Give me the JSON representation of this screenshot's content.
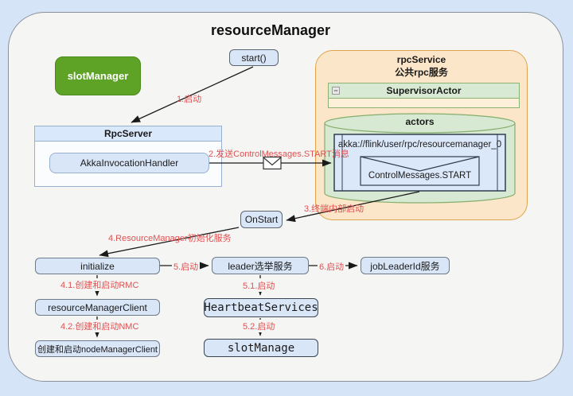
{
  "title": "resourceManager",
  "boxes": {
    "slot_manager": "slotManager",
    "start": "start()",
    "rpc_server": "RpcServer",
    "akka_invocation_handler": "AkkaInvocationHandler",
    "on_start": "OnStart",
    "initialize": "initialize",
    "leader_election": "leader选举服务",
    "job_leader_id": "jobLeaderId服务",
    "resource_manager_client": "resourceManagerClient",
    "node_manager_client": "创建和启动nodeManagerClient",
    "heartbeat_services": "HeartbeatServices",
    "slot_manage": "slotManage"
  },
  "rpc_service": {
    "title_line1": "rpcService",
    "title_line2": "公共rpc服务",
    "supervisor_actor": "SupervisorActor",
    "collapse_icon": "−",
    "actors": "actors",
    "akka_path": "akka://flink/user/rpc/resourcemanager_0",
    "control_message": "ControlMessages.START"
  },
  "labels": {
    "step1": "1.启动",
    "step2": "2.发送ControlMessages.START消息",
    "step3": "3.终端内部启动",
    "step4": "4.ResourceManager初始化服务",
    "step4_1": "4.1.创建和启动RMC",
    "step4_2": "4.2.创建和启动NMC",
    "step5": "5.启动",
    "step5_1": "5.1.启动",
    "step5_2": "5.2.启动",
    "step6": "6.启动"
  },
  "colors": {
    "page_bg": "#d6e4f7",
    "frame_bg": "#f5f5f4",
    "blue_fill": "#d9e6f8",
    "green_fill": "#5ea226",
    "orange_fill": "#fce6c9",
    "orange_border": "#dfa44a",
    "soft_green_fill": "#d9ead4",
    "soft_green_border": "#8bb273",
    "red_label": "#e05252",
    "dark_node_border": "#2f3e4e"
  }
}
